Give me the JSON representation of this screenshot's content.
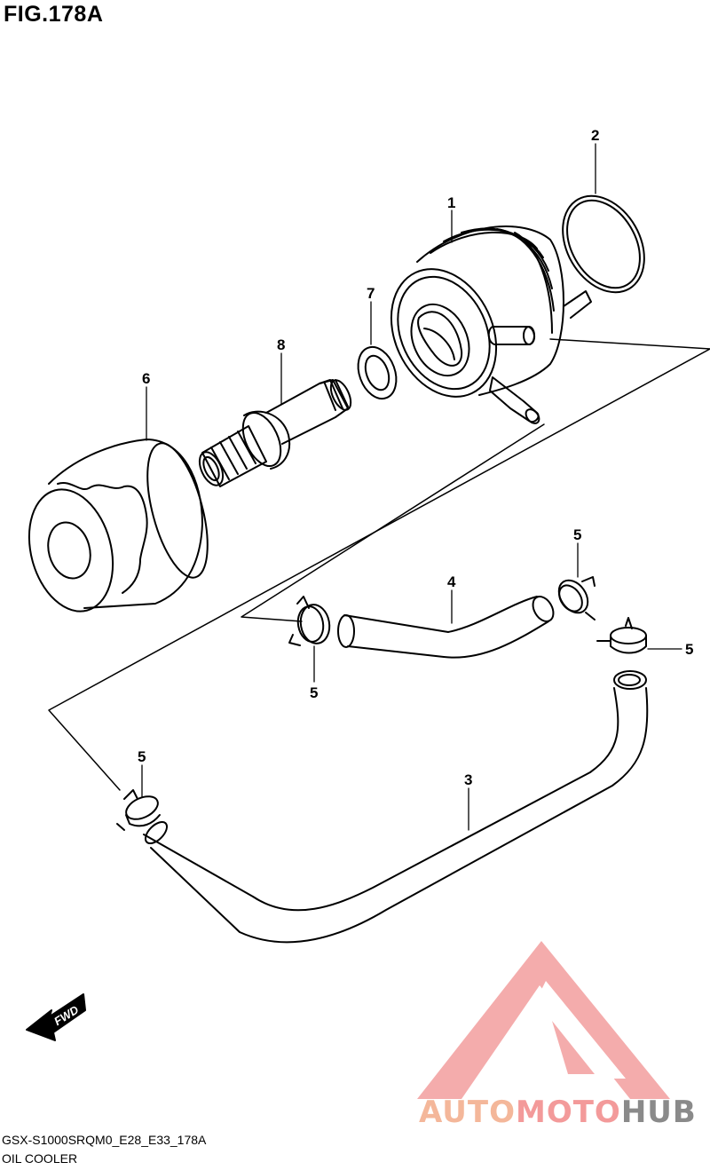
{
  "header": {
    "figure": "FIG.178A"
  },
  "callouts": {
    "p1": "1",
    "p2": "2",
    "p3": "3",
    "p4": "4",
    "p5a": "5",
    "p5b": "5",
    "p5c": "5",
    "p5d": "5",
    "p6": "6",
    "p7": "7",
    "p8": "8"
  },
  "fwd": "FWD",
  "footer": {
    "code": "GSX-S1000SRQM0_E28_E33_178A",
    "title": "OIL COOLER"
  },
  "watermark": {
    "part1": "AUTO",
    "part2": "MOTO",
    "part3": "HUB"
  },
  "colors": {
    "ink": "#000000",
    "wm_orange": "#f4b79a",
    "wm_red": "#f39a9a",
    "wm_gray": "#8a8a8a"
  }
}
